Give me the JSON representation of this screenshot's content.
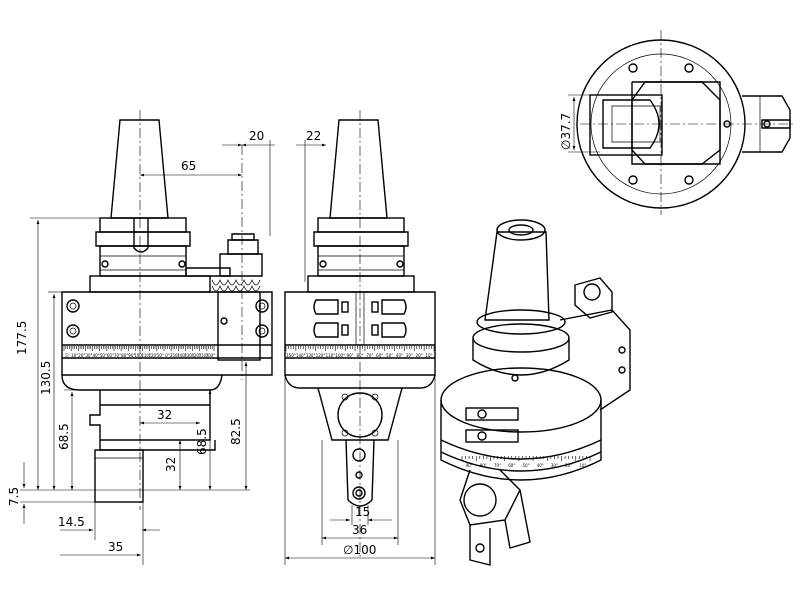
{
  "dimensions": {
    "d65": "65",
    "d20": "20",
    "d22": "22",
    "d177_5": "177.5",
    "d130_5": "130.5",
    "d68_5_left": "68.5",
    "d68_5_right": "68.5",
    "d82_5": "82.5",
    "d32_h": "32",
    "d32_v": "32",
    "d7_5": "7.5",
    "d14_5": "14.5",
    "d35": "35",
    "d15": "15",
    "d36": "36",
    "d100": "∅100",
    "d37_7": "∅37.7"
  },
  "scale_left": [
    "5°",
    "10°",
    "20°",
    "30°",
    "40°",
    "50°",
    "60°",
    "70°",
    "80°",
    "90°",
    "100°",
    "110°",
    "120°",
    "10°",
    "0°",
    "350°",
    "340°",
    "330°",
    "320°",
    "310°",
    "300°"
  ],
  "scale_mid": [
    "150°",
    "140°",
    "130°",
    "120°",
    "110°",
    "100°",
    "90°",
    "80°",
    "70°",
    "60°",
    "50°",
    "40°",
    "30°",
    "20°",
    "10°"
  ],
  "scale_iso": [
    "90°",
    "80°",
    "70°",
    "60°",
    "50°",
    "40°",
    "30°",
    "20°",
    "10°"
  ]
}
